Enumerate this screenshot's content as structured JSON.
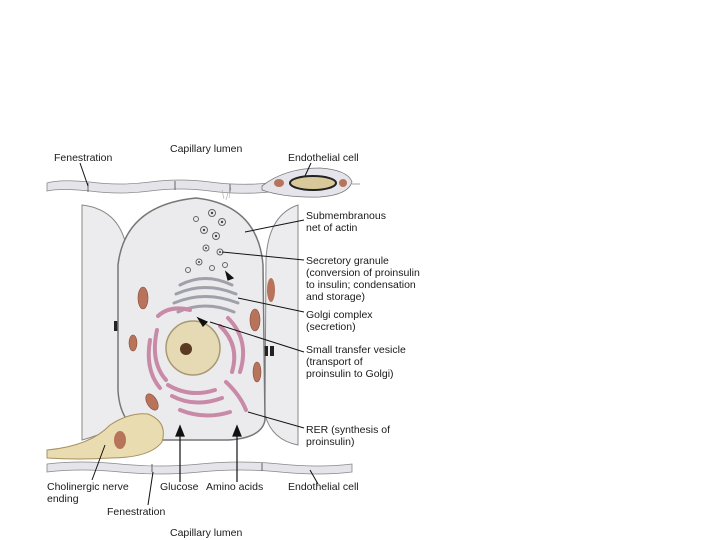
{
  "labels": {
    "fenestration_top": "Fenestration",
    "capillary_lumen_top": "Capillary lumen",
    "endothelial_cell_top": "Endothelial cell",
    "submembranous": "Submembranous\nnet of actin",
    "secretory_granule": "Secretory granule\n(conversion of proinsulin\nto insulin; condensation\nand storage)",
    "golgi_complex": "Golgi complex\n(secretion)",
    "transfer_vesicle": "Small transfer vesicle\n(transport of\nproinsulin to Golgi)",
    "rer": "RER (synthesis of\nproinsulin)",
    "cholinergic": "Cholinergic nerve\nending",
    "glucose": "Glucose",
    "amino_acids": "Amino acids",
    "endothelial_cell_bottom": "Endothelial cell",
    "fenestration_bottom": "Fenestration",
    "capillary_lumen_bottom": "Capillary lumen"
  },
  "colors": {
    "membrane": "#d8d8de",
    "cell_fill": "#ececee",
    "mitochondria": "#b8745a",
    "rer": "#c98aa8",
    "nucleus": "#e8dcb8",
    "nucleolus": "#5a3a22",
    "golgi": "#a8a8b0"
  }
}
